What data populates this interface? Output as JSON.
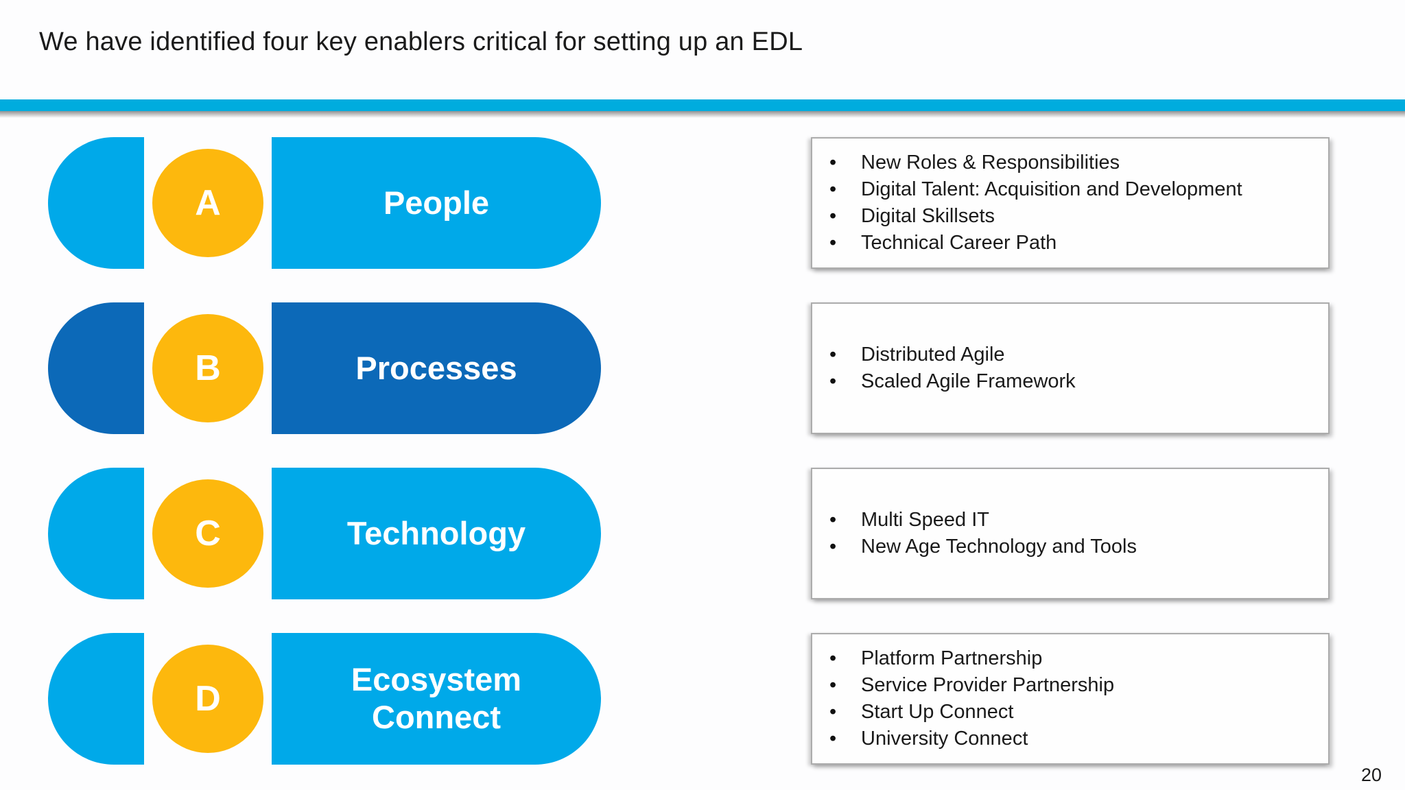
{
  "slide": {
    "title": "We have identified four key enablers critical for setting up an EDL",
    "page_number": "20"
  },
  "bullet_char": "•",
  "colors": {
    "light_blue": "#00A9E9",
    "dark_blue": "#0C69B8",
    "yellow": "#FDB80D",
    "divider_blue": "#00ACDE",
    "bullet_text": "#1A1A1A"
  },
  "enablers": [
    {
      "letter": "A",
      "label": "People",
      "variant": "light",
      "bullets": [
        "New Roles & Responsibilities",
        "Digital Talent: Acquisition and Development",
        "Digital Skillsets",
        "Technical Career Path"
      ]
    },
    {
      "letter": "B",
      "label": "Processes",
      "variant": "dark",
      "bullets": [
        "Distributed Agile",
        "Scaled Agile Framework"
      ]
    },
    {
      "letter": "C",
      "label": "Technology",
      "variant": "light",
      "bullets": [
        "Multi Speed IT",
        "New Age Technology and Tools"
      ]
    },
    {
      "letter": "D",
      "label": "Ecosystem Connect",
      "variant": "light",
      "bullets": [
        "Platform Partnership",
        "Service Provider Partnership",
        "Start Up Connect",
        "University Connect"
      ]
    }
  ]
}
